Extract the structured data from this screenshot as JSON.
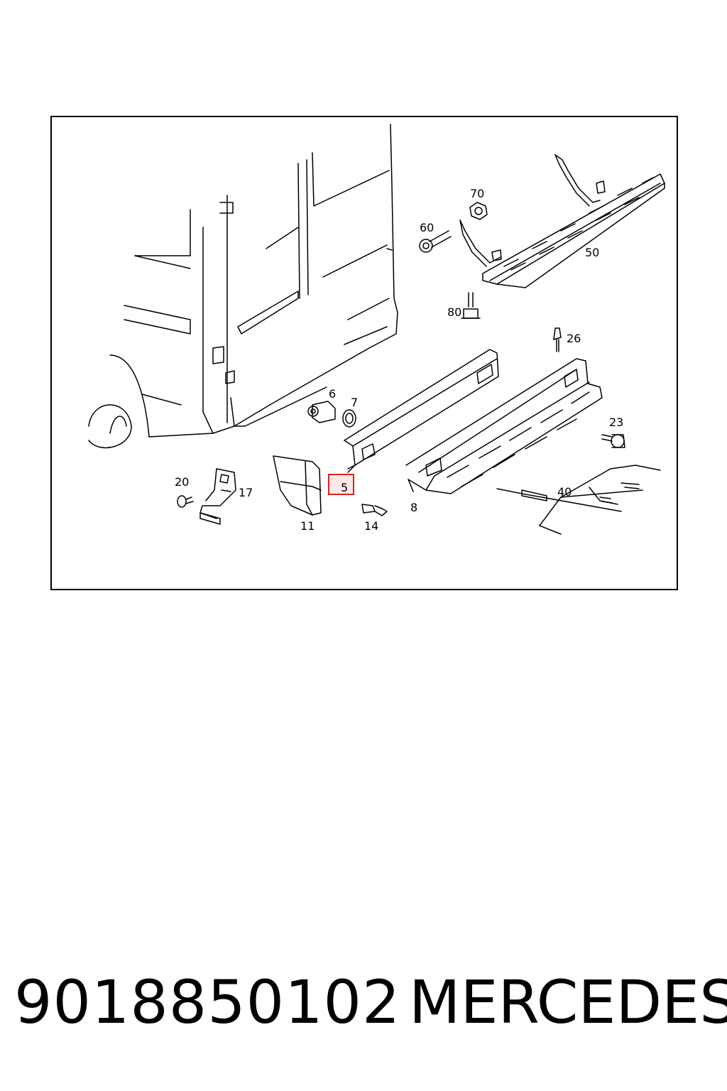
{
  "diagram": {
    "labels": {
      "p5": "5",
      "p6": "6",
      "p7": "7",
      "p8": "8",
      "p11": "11",
      "p14": "14",
      "p17": "17",
      "p20": "20",
      "p23": "23",
      "p26": "26",
      "p40": "40",
      "p50": "50",
      "p60": "60",
      "p70": "70",
      "p80": "80"
    },
    "highlighted_part": "5",
    "colors": {
      "highlight_border": "#e02020",
      "highlight_fill": "#fde8e8",
      "line": "#000000"
    }
  },
  "footer": {
    "part_number": "9018850102",
    "brand": "MERCEDES"
  }
}
